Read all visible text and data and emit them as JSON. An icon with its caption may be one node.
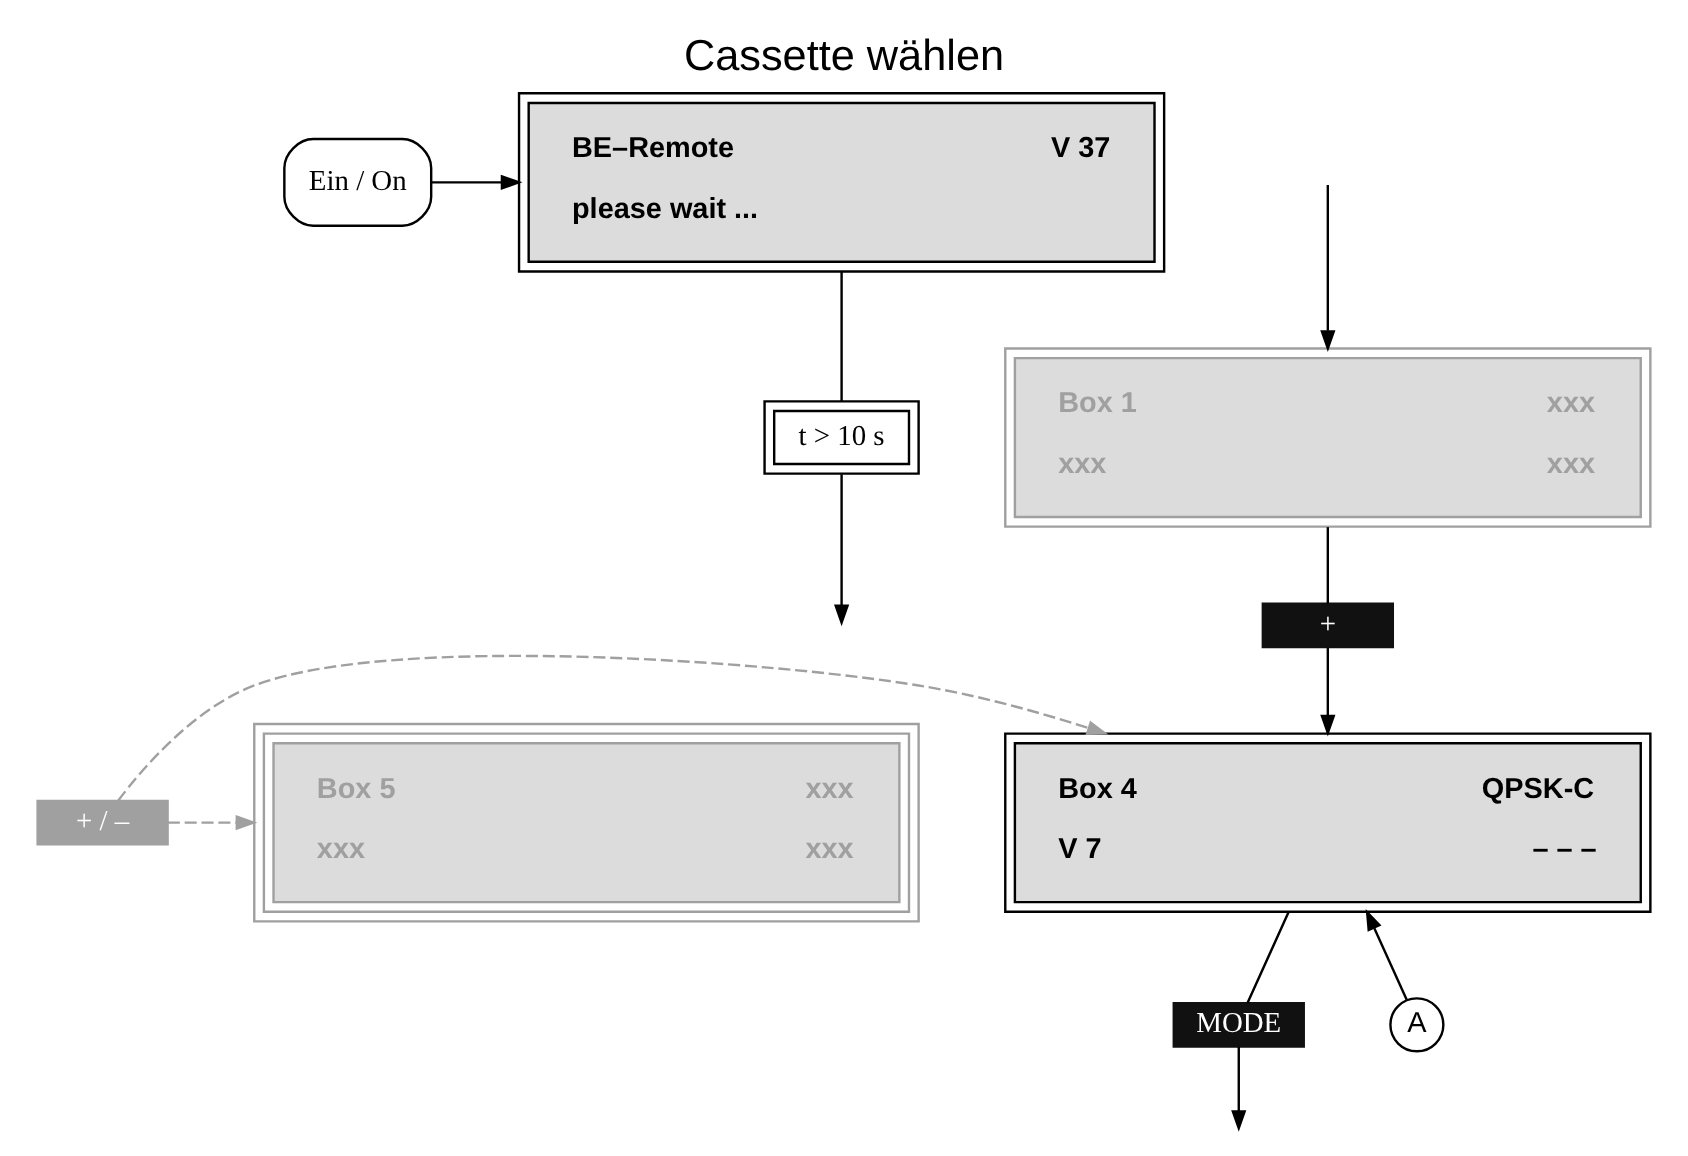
{
  "diagram": {
    "title": "Cassette wählen",
    "nodes": [
      {
        "text": [
          "Ein / On"
        ]
      },
      {
        "text": [
          "BE–Remote",
          "V 37",
          "please wait ..."
        ]
      },
      {
        "text": [
          "t > 10 s"
        ]
      },
      {
        "text": [
          "Box 1",
          "xxx",
          "xxx",
          "xxx"
        ]
      },
      {
        "text": [
          "+"
        ]
      },
      {
        "text": [
          "Box 4",
          "QPSK-C",
          "V 7",
          "– – –"
        ]
      },
      {
        "text": [
          "+ / –"
        ]
      },
      {
        "text": [
          "Box 5",
          "xxx",
          "xxx",
          "xxx"
        ]
      },
      {
        "text": [
          "MODE"
        ]
      },
      {
        "text": [
          "A"
        ]
      }
    ],
    "edges": [
      {
        "from": 0,
        "to": 1,
        "arrow": "to"
      },
      {
        "from": 1,
        "to": 2,
        "arrow": "none"
      },
      {
        "from": 2,
        "to": null,
        "arrow": "to"
      },
      {
        "from": null,
        "to": 3,
        "arrow": "to"
      },
      {
        "from": 3,
        "to": 4,
        "arrow": "none"
      },
      {
        "from": 4,
        "to": 5,
        "arrow": "to"
      },
      {
        "from": 6,
        "to": 5,
        "arrow": "to",
        "style": "dashed",
        "color": "#a0a0a0"
      },
      {
        "from": 6,
        "to": 7,
        "arrow": "to",
        "style": "dashed",
        "color": "#a0a0a0"
      },
      {
        "from": 5,
        "to": 8,
        "arrow": "none"
      },
      {
        "from": 8,
        "to": null,
        "arrow": "to"
      },
      {
        "from": 9,
        "to": 5,
        "arrow": "to"
      }
    ]
  }
}
